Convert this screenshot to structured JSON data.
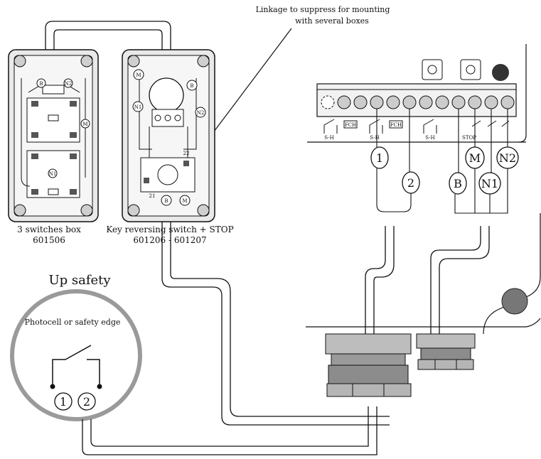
{
  "note": {
    "line1": "Linkage to suppress for mounting",
    "line2": "with several boxes"
  },
  "left_box": {
    "label": "3 switches box",
    "code": "601506",
    "terminals": [
      "B",
      "N2",
      "M",
      "N1"
    ]
  },
  "middle_box": {
    "label": "Key reversing switch + STOP",
    "code": "601206 - 601207",
    "terminals": [
      "M",
      "B",
      "N1",
      "N2",
      "B",
      "M"
    ],
    "pins": [
      "21",
      "22"
    ]
  },
  "up_safety": {
    "title": "Up safety",
    "subtitle": "Photocell or safety edge",
    "terminals": [
      "1",
      "2"
    ]
  },
  "terminal_block": {
    "tags": [
      "S-H",
      "FCH",
      "S-H",
      "FCH",
      "S-H",
      "STOP"
    ],
    "wire_labels": [
      "1",
      "2",
      "M",
      "N2",
      "B",
      "N1"
    ]
  }
}
